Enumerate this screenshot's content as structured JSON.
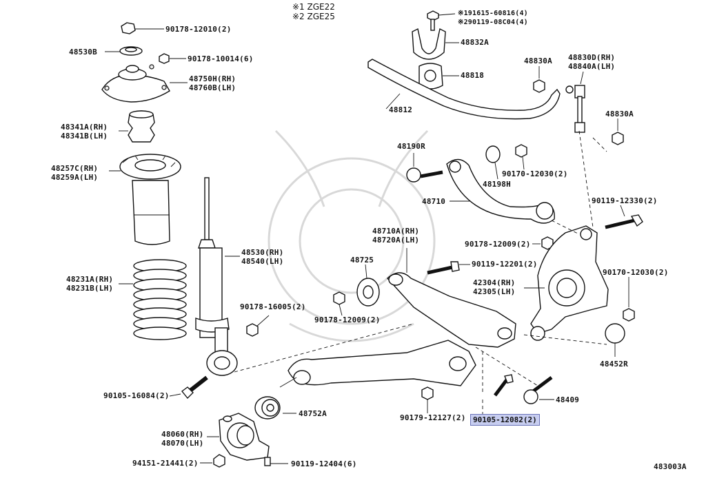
{
  "headers": {
    "model1": "※1 ZGE22",
    "model2": "※2 ZGE25"
  },
  "labels": {
    "p90178_12010": "90178-12010(2)",
    "p48530B": "48530B",
    "p90178_10014": "90178-10014(6)",
    "p48750H": "48750H(RH)",
    "p48760B": "48760B(LH)",
    "p48341A": "48341A(RH)",
    "p48341B": "48341B(LH)",
    "p48257C": "48257C(RH)",
    "p48259A": "48259A(LH)",
    "p48530": "48530(RH)",
    "p48540": "48540(LH)",
    "p48231A": "48231A(RH)",
    "p48231B": "48231B(LH)",
    "p90178_16005": "90178-16005(2)",
    "p90105_16084": "90105-16084(2)",
    "p48752A": "48752A",
    "p48060": "48060(RH)",
    "p48070": "48070(LH)",
    "p94151_21441": "94151-21441(2)",
    "p90119_12404": "90119-12404(6)",
    "p191615": "※191615-60816(4)",
    "p290119": "※290119-08C04(4)",
    "p48832A": "48832A",
    "p48818": "48818",
    "p48812": "48812",
    "p48830A_1": "48830A",
    "p48830D": "48830D(RH)",
    "p48840A": "48840A(LH)",
    "p48830A_2": "48830A",
    "p48190R": "48190R",
    "p48198H": "48198H",
    "p90170_12030_a": "90170-12030(2)",
    "p48710": "48710",
    "p90119_12330": "90119-12330(2)",
    "p90178_12009_a": "90178-12009(2)",
    "p48710A": "48710A(RH)",
    "p48720A": "48720A(LH)",
    "p48725": "48725",
    "p90119_12201": "90119-12201(2)",
    "p42304": "42304(RH)",
    "p42305": "42305(LH)",
    "p90170_12030_b": "90170-12030(2)",
    "p90178_12009_b": "90178-12009(2)",
    "p48452R": "48452R",
    "p48409": "48409",
    "p90179_12127": "90179-12127(2)",
    "p90105_12082": "90105-12082(2)",
    "diagram_code": "483003A"
  }
}
